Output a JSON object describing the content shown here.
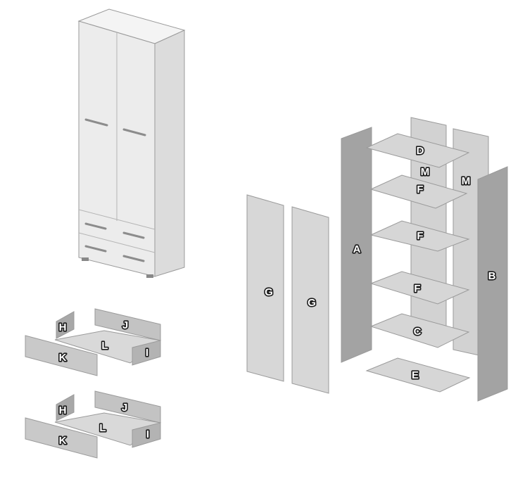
{
  "colors": {
    "panel_light": "#d6d6d6",
    "panel_mid": "#b9b9b9",
    "panel_dark": "#a3a3a3",
    "wardrobe_front": "#ececec",
    "wardrobe_side": "#dcdcdc",
    "handle": "#8c8c8c",
    "label_fill": "#ffffff",
    "label_stroke": "#1a1a1a"
  },
  "parts": {
    "A": "A",
    "B": "B",
    "C": "C",
    "D": "D",
    "E": "E",
    "F": "F",
    "G": "G",
    "H": "H",
    "I": "I",
    "J": "J",
    "K": "K",
    "L": "L",
    "M": "M"
  }
}
